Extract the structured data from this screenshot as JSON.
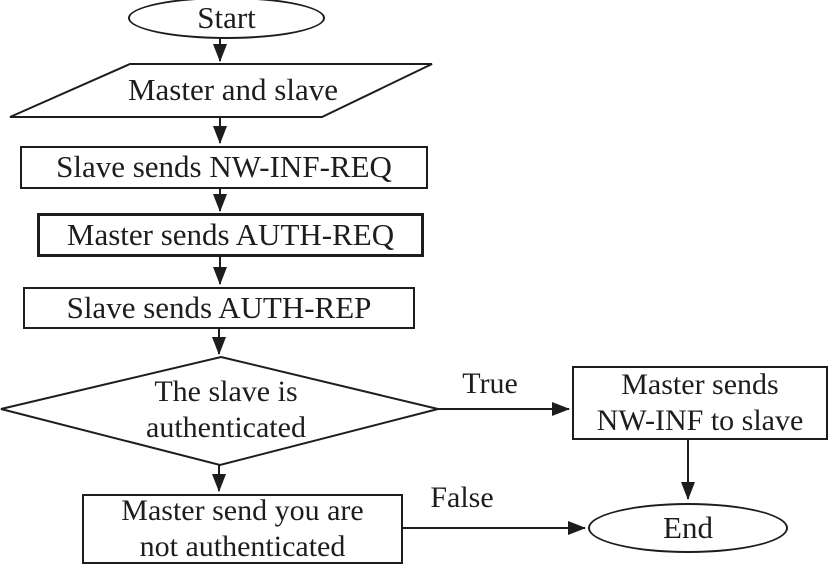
{
  "diagram": {
    "background_color": "#ffffff",
    "stroke_color": "#1d1d1b",
    "nodes": {
      "start": "Start",
      "io_master_and_slave": "Master and slave",
      "step_nw_inf_req": "Slave sends NW-INF-REQ",
      "step_auth_req": "Master sends AUTH-REQ",
      "step_auth_rep": "Slave sends AUTH-REP",
      "decision_authenticated": "The slave is\nauthenticated",
      "true_branch_box": "Master sends\nNW-INF to slave",
      "false_branch_box": "Master send you are\nnot authenticated",
      "end": "End"
    },
    "edge_labels": {
      "true_branch": "True",
      "false_branch": "False"
    }
  }
}
